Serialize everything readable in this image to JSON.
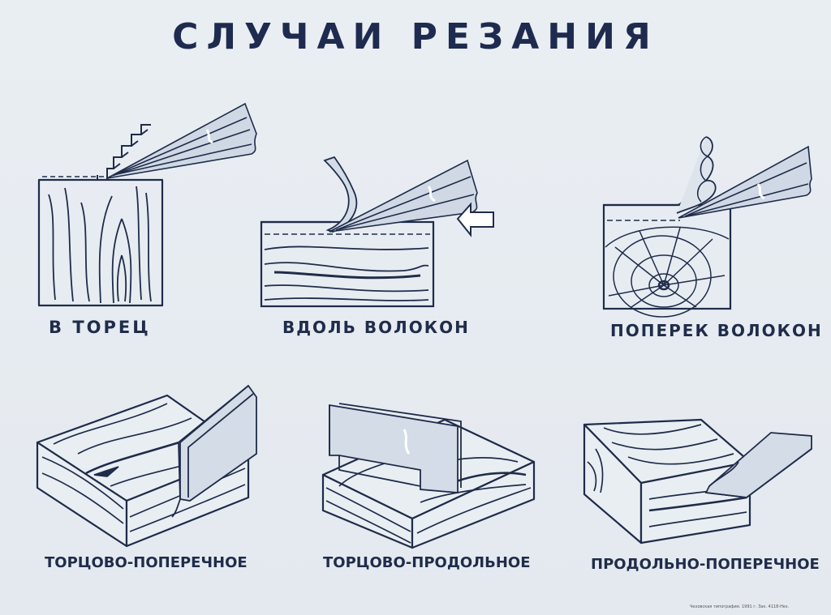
{
  "title": "СЛУЧАИ РЕЗАНИЯ",
  "figures": [
    {
      "caption": "В ТОРЕЦ"
    },
    {
      "caption": "ВДОЛЬ ВОЛОКОН"
    },
    {
      "caption": "ПОПЕРЕК ВОЛОКОН"
    },
    {
      "caption": "ТОРЦОВО-ПОПЕРЕЧНОЕ"
    },
    {
      "caption": "ТОРЦОВО-ПРОДОЛЬНОЕ"
    },
    {
      "caption": "ПРОДОЛЬНО-ПОПЕРЕЧНОЕ"
    }
  ],
  "imprint": "Чеховская типография. 1991 г. Зак. 4118-Нез.",
  "colors": {
    "ink": "#1f2c4a",
    "paper": "#e7ecf1",
    "blade": "#c9d3e0"
  }
}
